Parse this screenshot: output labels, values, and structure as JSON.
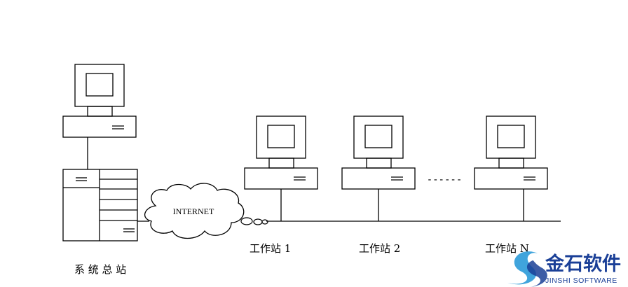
{
  "network": {
    "cloud_label": "INTERNET",
    "central_station_label": "系 统 总 站",
    "ellipsis": "------"
  },
  "workstations": [
    {
      "label": "工作站 1"
    },
    {
      "label": "工作站 2"
    },
    {
      "label": "工作站 N"
    }
  ],
  "watermark": {
    "brand_cn": "金石软件",
    "brand_en": "JINSHI SOFTWARE",
    "brand_color": "#1a3f97",
    "accent_color": "#2b9ad8"
  }
}
